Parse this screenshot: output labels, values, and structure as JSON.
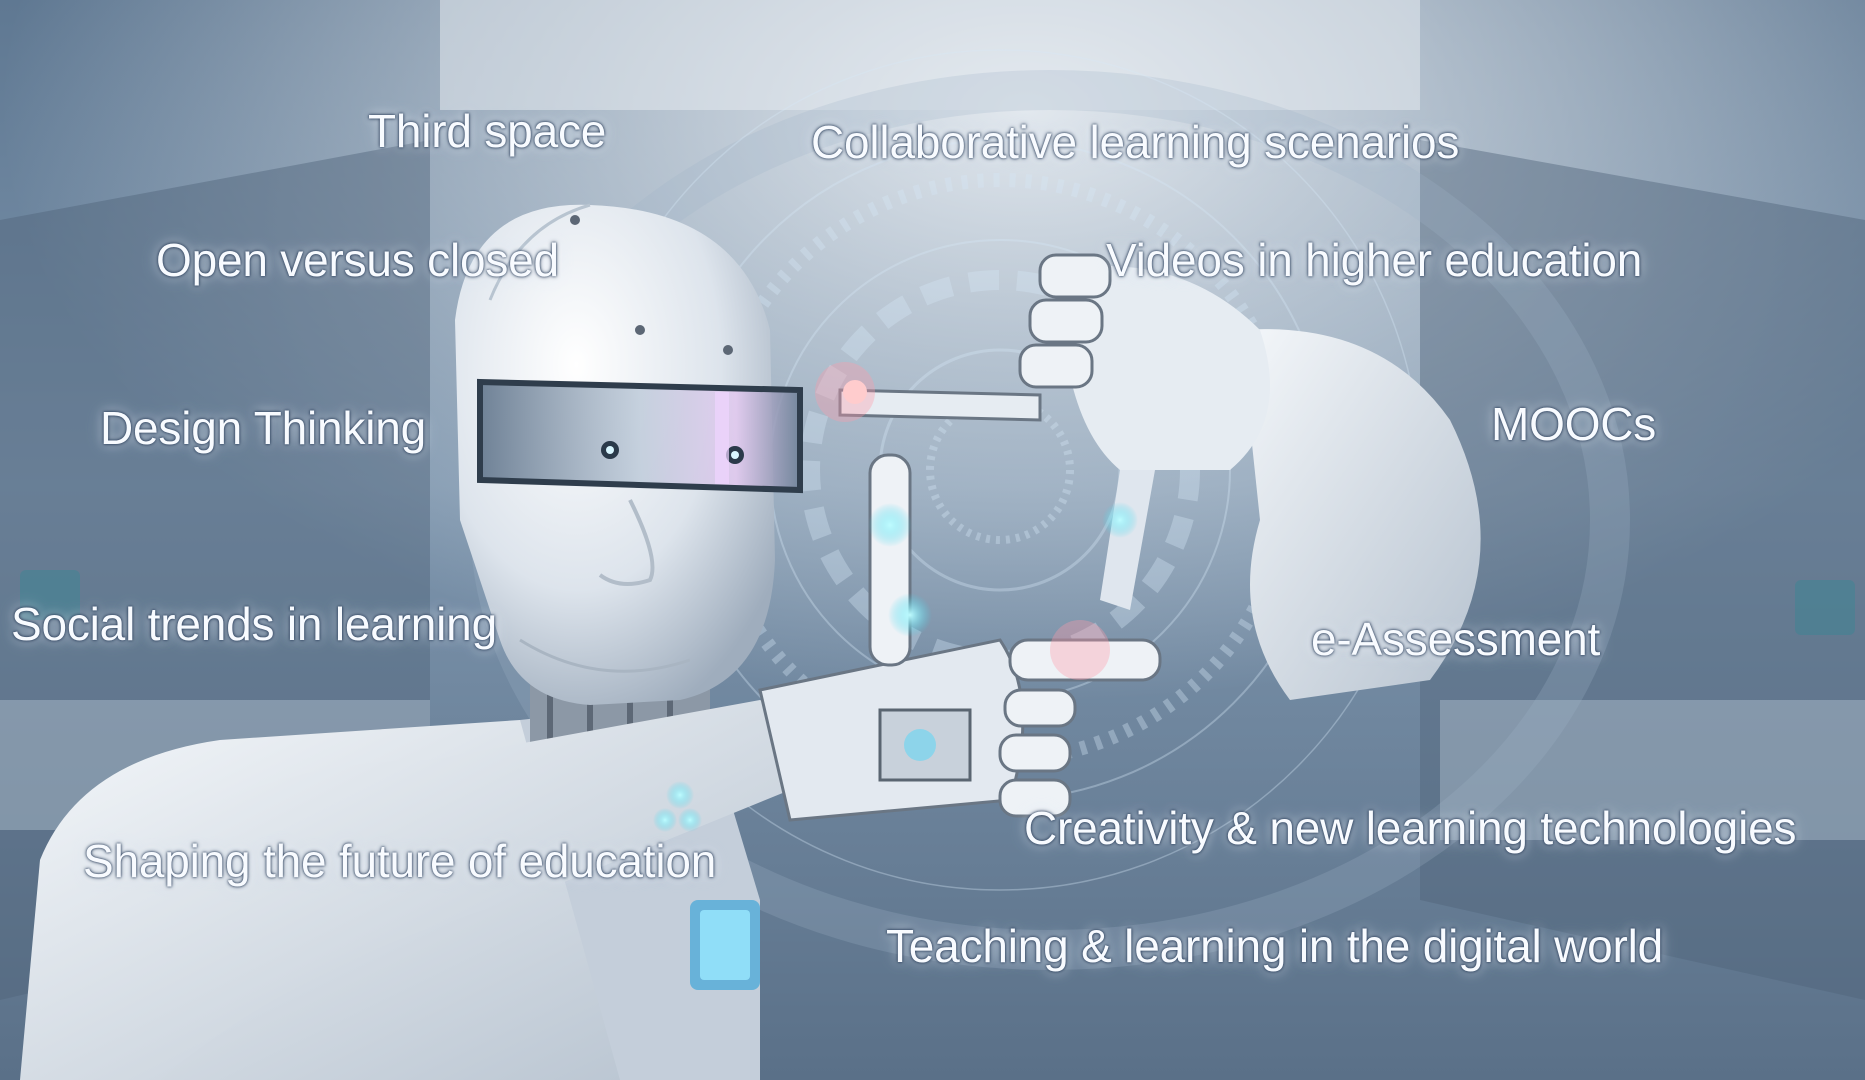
{
  "image": {
    "subject": "humanoid-robot",
    "palette": {
      "background": "#6f869d",
      "robot_body": "#e8edf3",
      "hud_lines": "#cfe3f5",
      "accent_glow": "#7ff4ff",
      "keyword_text": "#f8fbff"
    }
  },
  "keywords": {
    "third_space": "Third space",
    "collaborative_learning": "Collaborative learning scenarios",
    "open_versus_closed": "Open versus closed",
    "videos_higher_education": "Videos in higher education",
    "design_thinking": "Design Thinking",
    "moocs": "MOOCs",
    "social_trends": "Social trends in learning",
    "e_assessment": "e-Assessment",
    "creativity": "Creativity & new learning technologies",
    "shaping_future": "Shaping the future of education",
    "teaching_learning": "Teaching & learning in the digital world"
  }
}
